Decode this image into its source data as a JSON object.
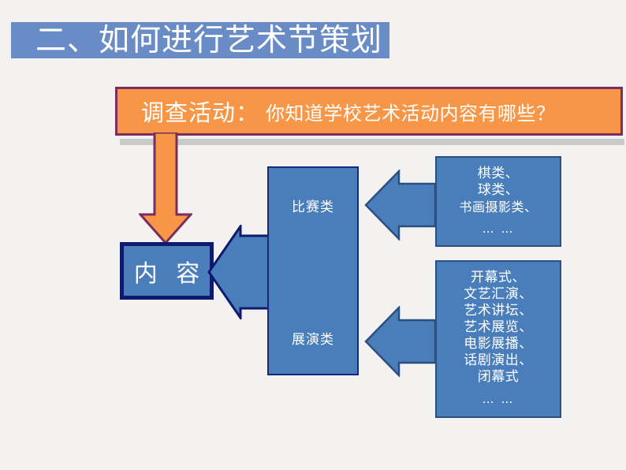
{
  "slide": {
    "background_color": "#f3f2f0",
    "title": {
      "text": "二、如何进行艺术节策划",
      "bar_color": "#6a8cc6",
      "text_color": "#ffffff"
    },
    "banner": {
      "label": "调查活动：",
      "question": "你知道学校艺术活动内容有哪些？",
      "fill_color": "#f79646",
      "border_color": "#7b2d5e"
    },
    "arrows": {
      "down_arrow_fill": "#f79646",
      "down_arrow_border": "#7b2d5e",
      "blue_arrow_fill": "#4a7ebb",
      "blue_arrow_border": "#0d1a6e"
    },
    "content_node": {
      "label": "内 容",
      "fill_color": "#4a7ebb",
      "border_color": "#0d1a6e"
    },
    "category_box": {
      "fill_color": "#4a7ebb",
      "border_color": "#14287c",
      "top_label": "比赛类",
      "bottom_label": "展演类"
    },
    "detail_boxes": [
      {
        "name": "competition-details",
        "lines": [
          "棋类、",
          "球类、",
          "书画摄影类、"
        ],
        "ellipsis": "… …",
        "fill_color": "#4a7ebb",
        "border_color": "#2c4f82"
      },
      {
        "name": "performance-details",
        "lines": [
          "开幕式、",
          "文艺汇演、",
          "艺术讲坛、",
          "艺术展览、",
          "电影展播、",
          "话剧演出、",
          "闭幕式"
        ],
        "ellipsis": "… …",
        "fill_color": "#4a7ebb",
        "border_color": "#2c4f82"
      }
    ]
  }
}
